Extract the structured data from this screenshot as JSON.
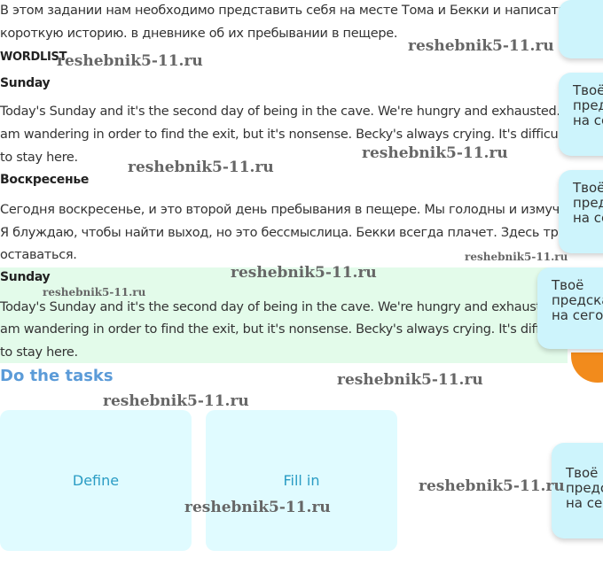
{
  "intro": [
    "В этом задании нам необходимо представить себя на месте Тома и Бекки и написать",
    "короткую историю. в дневнике об их пребывании в пещере."
  ],
  "wordlist": "WORDLIST",
  "en_heading": "Sunday",
  "en_lines": [
    "Today's Sunday and it's the second day of being in the cave. We're hungry and exhausted. I",
    "am wandering in order to find the exit, but it's nonsense. Becky's always crying. It's difficult",
    "to stay here."
  ],
  "ru_heading": "Воскресенье",
  "ru_lines": [
    "Сегодня воскресенье, и это второй день пребывания в пещере. Мы голодны и измучены.",
    "Я блуждаю, чтобы найти выход, но это бессмыслица. Бекки всегда плачет. Здесь трудно",
    "оставаться."
  ],
  "highlight_heading": "Sunday",
  "tasks_title": "Do the tasks",
  "cards": [
    "Define",
    "Fill in"
  ],
  "popup_text": "Твоё\nпредсказание\nна сегодня",
  "watermark": "reshebnik5-11.ru"
}
